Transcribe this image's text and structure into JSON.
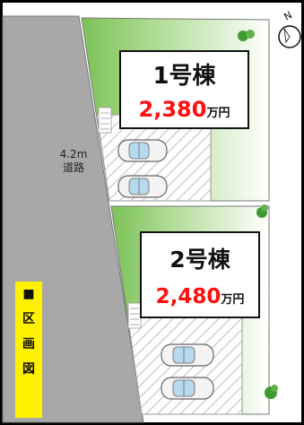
{
  "lots": [
    {
      "name": "1号棟",
      "price": "2,380",
      "unit": "万円"
    },
    {
      "name": "2号棟",
      "price": "2,480",
      "unit": "万円"
    }
  ],
  "road": {
    "width": "4.2m",
    "label": "道路"
  },
  "legend": {
    "chars": [
      "■",
      "区",
      "画",
      "図"
    ]
  },
  "compass": {
    "letter": "N"
  },
  "colors": {
    "road": "#a8a8a8",
    "lawn": "#8dc86b",
    "legend_bg": "#fff100",
    "price": "#ff1010"
  }
}
